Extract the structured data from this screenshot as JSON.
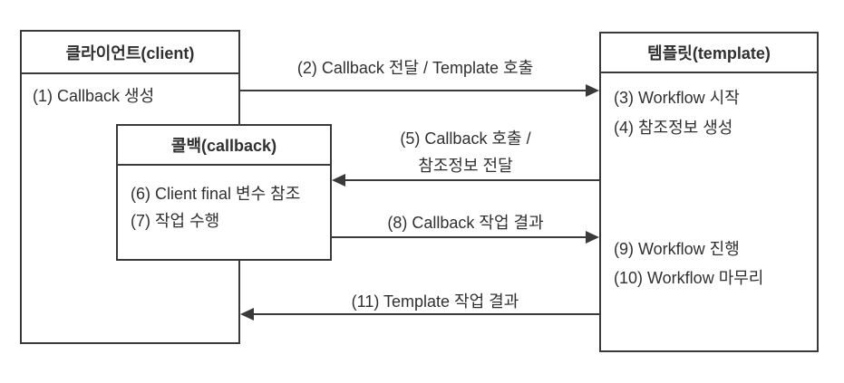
{
  "diagram": {
    "boxes": {
      "client": {
        "title": "클라이언트(client)",
        "items": [
          "(1) Callback 생성"
        ]
      },
      "callback": {
        "title": "콜백(callback)",
        "items": [
          "(6) Client final 변수 참조",
          "(7) 작업 수행"
        ]
      },
      "template": {
        "title": "템플릿(template)",
        "items_top": [
          "(3) Workflow 시작",
          "(4) 참조정보 생성"
        ],
        "items_bottom": [
          "(9) Workflow 진행",
          "(10) Workflow 마무리"
        ]
      }
    },
    "arrows": {
      "a2": {
        "label": "(2) Callback 전달 / Template 호출",
        "direction": "right"
      },
      "a5": {
        "label_line1": "(5) Callback 호출 /",
        "label_line2": "참조정보 전달",
        "direction": "left"
      },
      "a8": {
        "label": "(8) Callback 작업 결과",
        "direction": "right"
      },
      "a11": {
        "label": "(11) Template 작업 결과",
        "direction": "left"
      }
    },
    "colors": {
      "line": "#3a3a3a",
      "text": "#303030",
      "background": "#ffffff"
    }
  }
}
